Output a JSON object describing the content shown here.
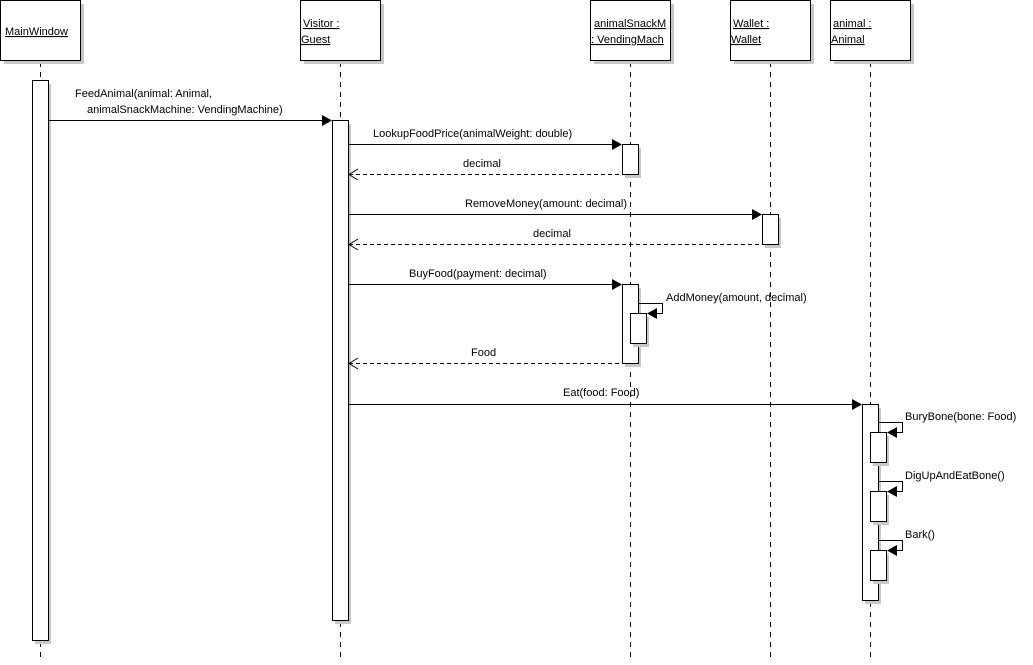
{
  "diagram": {
    "type": "uml-sequence",
    "lifelines": [
      {
        "id": "mainwindow",
        "lines": [
          "MainWindow"
        ]
      },
      {
        "id": "visitor",
        "lines": [
          "Visitor :",
          "Guest"
        ]
      },
      {
        "id": "snack",
        "lines": [
          "animalSnackM",
          ": VendingMach"
        ]
      },
      {
        "id": "wallet",
        "lines": [
          "Wallet :",
          "Wallet"
        ]
      },
      {
        "id": "animal",
        "lines": [
          "animal :",
          "Animal"
        ]
      }
    ],
    "messages": [
      {
        "id": "feed",
        "from": "mainwindow",
        "to": "visitor",
        "kind": "call",
        "lines": [
          "FeedAnimal(animal: Animal,",
          "animalSnackMachine: VendingMachine)"
        ]
      },
      {
        "id": "lookup",
        "from": "visitor",
        "to": "snack",
        "kind": "call",
        "lines": [
          "LookupFoodPrice(animalWeight: double)"
        ]
      },
      {
        "id": "lookup-ret",
        "from": "snack",
        "to": "visitor",
        "kind": "return",
        "lines": [
          "decimal"
        ]
      },
      {
        "id": "remove",
        "from": "visitor",
        "to": "wallet",
        "kind": "call",
        "lines": [
          "RemoveMoney(amount: decimal)"
        ]
      },
      {
        "id": "remove-ret",
        "from": "wallet",
        "to": "visitor",
        "kind": "return",
        "lines": [
          "decimal"
        ]
      },
      {
        "id": "buy",
        "from": "visitor",
        "to": "snack",
        "kind": "call",
        "lines": [
          "BuyFood(payment: decimal)"
        ]
      },
      {
        "id": "addmoney",
        "from": "snack",
        "to": "snack",
        "kind": "self",
        "lines": [
          "AddMoney(amount, decimal)"
        ]
      },
      {
        "id": "buy-ret",
        "from": "snack",
        "to": "visitor",
        "kind": "return",
        "lines": [
          "Food"
        ]
      },
      {
        "id": "eat",
        "from": "visitor",
        "to": "animal",
        "kind": "call",
        "lines": [
          "Eat(food: Food)"
        ]
      },
      {
        "id": "bury",
        "from": "animal",
        "to": "animal",
        "kind": "self",
        "lines": [
          "BuryBone(bone: Food)"
        ]
      },
      {
        "id": "dig",
        "from": "animal",
        "to": "animal",
        "kind": "self",
        "lines": [
          "DigUpAndEatBone()"
        ]
      },
      {
        "id": "bark",
        "from": "animal",
        "to": "animal",
        "kind": "self",
        "lines": [
          "Bark()"
        ]
      }
    ]
  }
}
